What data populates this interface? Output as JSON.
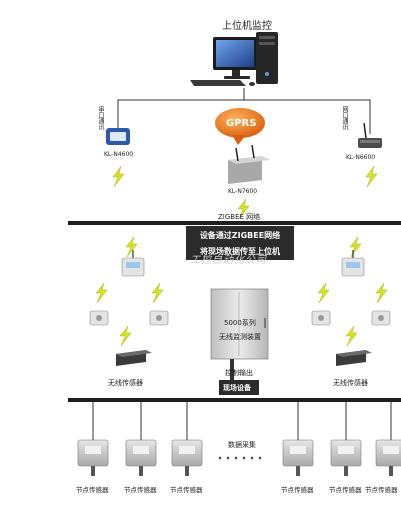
{
  "title": "上位机监控",
  "gprs_label": "GPRS",
  "modems": {
    "left_port": "串口通讯",
    "left_model": "KL-N4600",
    "right_port": "网口通讯",
    "right_model": "KL-N6600",
    "center_model": "KL-N7600"
  },
  "zigbee_label": "ZIGBEE 网络",
  "banner": {
    "line1": "设备通过ZIGBEE网络",
    "line2": "将现场数据传至上位机"
  },
  "watermark": "工控自动化公司",
  "cabinet": {
    "line1": "5000系列",
    "line2": "无线监测装置"
  },
  "control_output": "控制输出",
  "field_device": "现场设备",
  "wireless_left": "无线传感器",
  "wireless_right": "无线传感器",
  "data_collection": "数据采集",
  "node_sensor_label": "节点传感器",
  "colors": {
    "bar": "#1e1e1e",
    "bubble": "#e8741a",
    "cabinet": "#d6d6d6",
    "lightning": "#d9e21f",
    "screen": "#3a6fc4"
  }
}
